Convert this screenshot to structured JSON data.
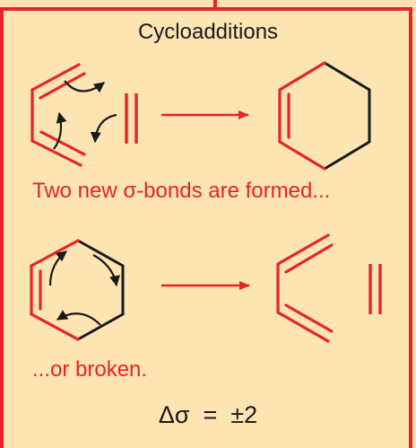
{
  "diagram": {
    "title": "Cycloadditions",
    "caption_formed": "Two new σ-bonds are formed...",
    "caption_broken": "...or broken.",
    "formula": "Δσ  =  ±2"
  },
  "colors": {
    "background": "#fde4b3",
    "frame": "#e8232a",
    "bond_red": "#e8232a",
    "bond_black": "#1a1a1a",
    "text": "#1a1a1a"
  }
}
